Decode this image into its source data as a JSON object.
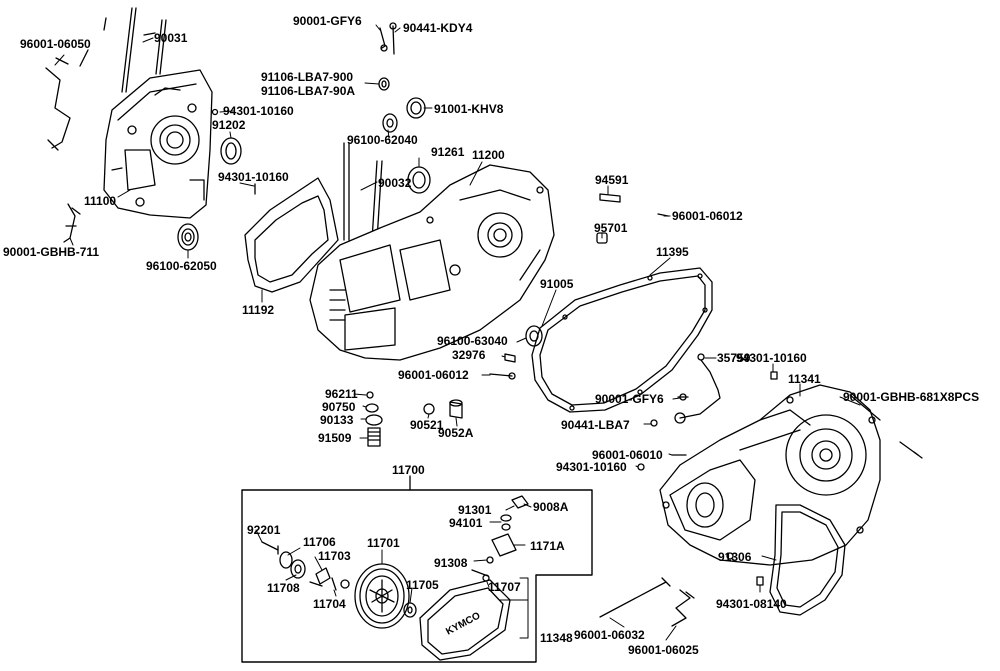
{
  "labels": {
    "p90031": "90031",
    "p96001_06050": "96001-06050",
    "p90001_GFY6_top": "90001-GFY6",
    "p90441_KDY4": "90441-KDY4",
    "p91106_LBA7_900": "91106-LBA7-900",
    "p91106_LBA7_90A": "91106-LBA7-90A",
    "p94301_10160_a": "94301-10160",
    "p91001_KHV8": "91001-KHV8",
    "p91202": "91202",
    "p96100_62040": "96100-62040",
    "p91261": "91261",
    "p11200": "11200",
    "p94301_10160_b": "94301-10160",
    "p90032": "90032",
    "p94591": "94591",
    "p96001_06012_a": "96001-06012",
    "p90001_GBHB_711": "90001-GBHB-711",
    "p11100": "11100",
    "p96100_62050": "96100-62050",
    "p95701": "95701",
    "p11395": "11395",
    "p11192": "11192",
    "p91005": "91005",
    "p96100_63040": "96100-63040",
    "p32976": "32976",
    "p94301_10160_c": "94301-10160",
    "p35759": "35759",
    "p11341": "11341",
    "p96001_06012_b": "96001-06012",
    "p96211": "96211",
    "p90750": "90750",
    "p90133": "90133",
    "p91509": "91509",
    "p90521": "90521",
    "p9052A": "9052A",
    "p90001_GFY6_mid": "90001-GFY6",
    "p90001_GBHB_681X8PCS": "90001-GBHB-681X8PCS",
    "p90441_LBA7": "90441-LBA7",
    "p96001_06010": "96001-06010",
    "p94301_10160_d": "94301-10160",
    "p11700": "11700",
    "p91301": "91301",
    "p9008A": "9008A",
    "p94101": "94101",
    "p92201": "92201",
    "p11706": "11706",
    "p11701": "11701",
    "p1171A": "1171A",
    "p11703": "11703",
    "p91308": "91308",
    "p11708": "11708",
    "p11705": "11705",
    "p11707": "11707",
    "p11704": "11704",
    "p91306": "91306",
    "p11348": "11348",
    "p94301_08140": "94301-08140",
    "p96001_06032": "96001-06032",
    "p96001_06025": "96001-06025"
  },
  "logo_text": "KYMCO"
}
